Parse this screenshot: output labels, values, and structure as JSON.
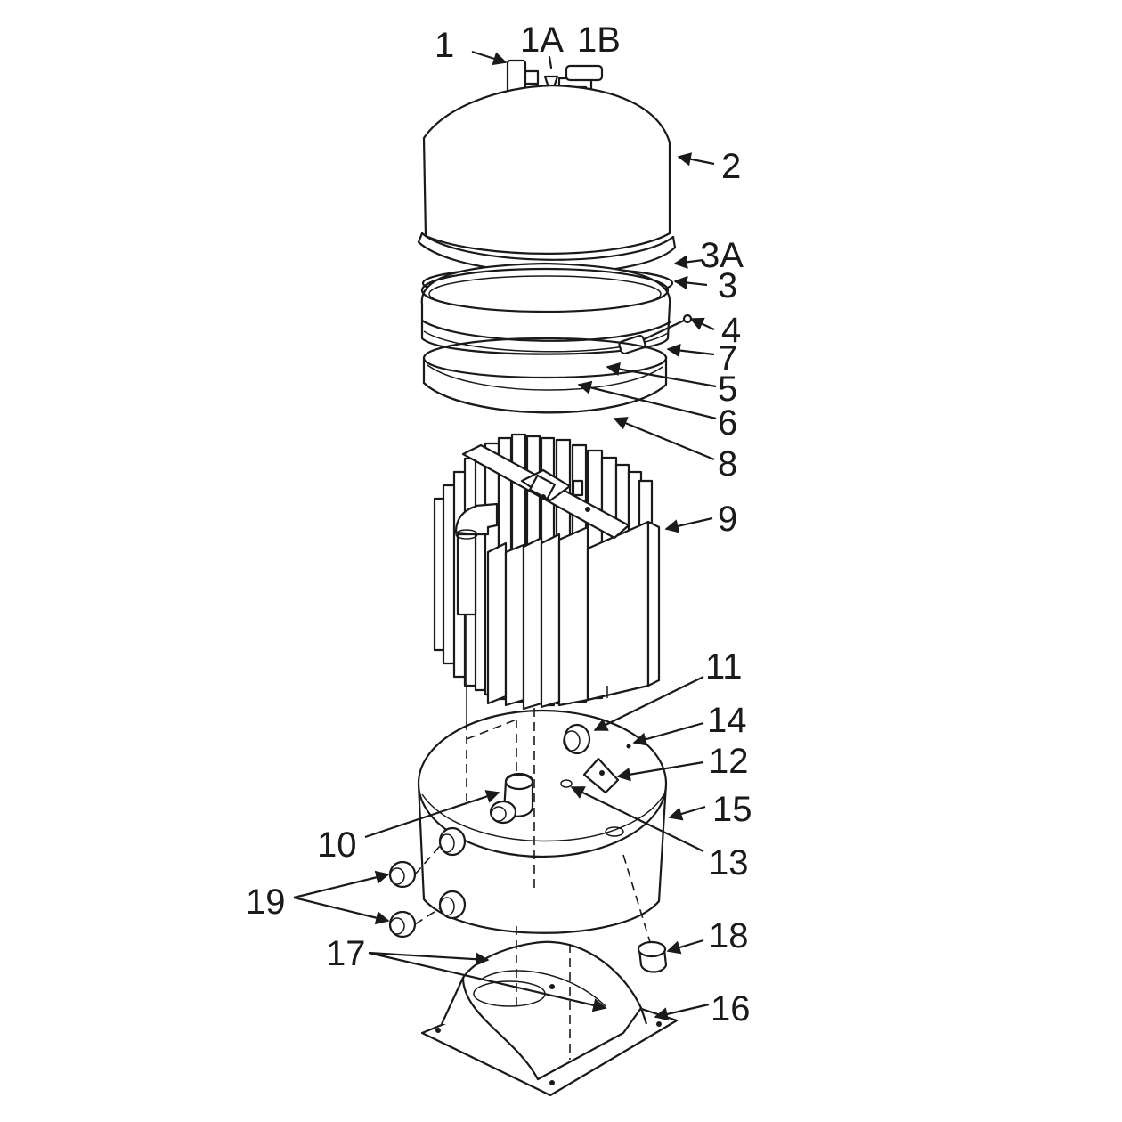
{
  "diagram": {
    "labels": {
      "l1": "1",
      "l1a": "1A",
      "l1b": "1B",
      "l2": "2",
      "l3a": "3A",
      "l3": "3",
      "l4": "4",
      "l7": "7",
      "l5": "5",
      "l6": "6",
      "l8": "8",
      "l9": "9",
      "l11": "11",
      "l14": "14",
      "l12": "12",
      "l15": "15",
      "l13": "13",
      "l10": "10",
      "l19": "19",
      "l18": "18",
      "l17": "17",
      "l16": "16"
    }
  }
}
